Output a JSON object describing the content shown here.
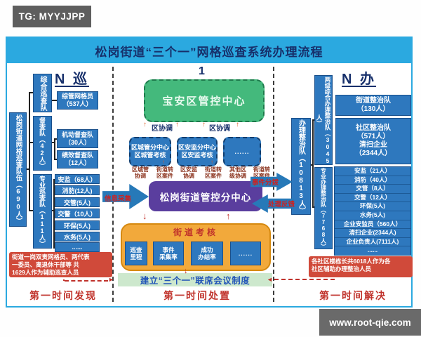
{
  "tg_badge": "TG: MYYJJPP",
  "site_badge": "www.root-qie.com",
  "title": "松岗街道“三个一”网格巡查系统办理流程",
  "icons": {
    "up": "↑",
    "down": "↓",
    "right": "►",
    "left": "◄"
  },
  "left": {
    "header": "N 巡",
    "team": "松岗街道网格巡查队伍（690人）",
    "group1": {
      "name": "综合巡查队",
      "item1": "综管网格员\n（537人）"
    },
    "group2": {
      "name": "督查队（42人）",
      "item1": "机动督查队\n（30人）",
      "item2": "绩效督查队\n（12人）"
    },
    "group3": {
      "name": "专业巡查队（111人）",
      "items": [
        "安监（68人）",
        "消防(12人)",
        "交管(5人)",
        "交警（10人）",
        "环保(5人)",
        "水务(5人)",
        "......"
      ]
    }
  },
  "center": {
    "header": "1",
    "district_center": "宝安区管控中心",
    "coord1": "区协调",
    "coord2": "区协调",
    "sub1": "区城管分中心\n区城管考核",
    "sub2": "区安监分中心\n区安监考核",
    "sub3": "......",
    "flow1a": "区城管\n协调",
    "flow1b": "街道转\n区案件",
    "flow2a": "区安监\n协调",
    "flow2b": "街道转\n区案件",
    "flow3a": "其他区\n级协调",
    "flow3b": "街道转\n区案件",
    "hub": "松岗街道管控分中心",
    "arrow_in": "信息采集",
    "arrow_out": "事件分拨",
    "arrow_back": "处理反馈",
    "assessment": {
      "title": "街道考核",
      "metrics": [
        "巡查\n里程",
        "事件\n采集率",
        "成功\n办结率",
        "......"
      ]
    },
    "meeting": "建立“三个一”联席会议制度",
    "phase1": "第一时间发现",
    "phase2": "第一时间处置",
    "phase3": "第一时间解决"
  },
  "right": {
    "header": "N 办",
    "bridge": "办理整治队（10813人）",
    "group1": {
      "name": "两级综合办理整治队（3045人）",
      "item1": "街道整治队\n（130人）",
      "item2": "社区整治队\n（571人）\n清扫企业\n（2344人）"
    },
    "group2": {
      "name": "专业办理整治队（7768人）",
      "items": [
        "安监（21人）",
        "消防（40人）",
        "交管（8人）",
        "交警（12人）",
        "环保(5人)",
        "水务(5人)",
        "企业安监员（560人）",
        "清扫企业(2344人)",
        "企业负责人(7111人)",
        "......"
      ]
    }
  },
  "notes": {
    "left": "街道一岗双责网格员、两代表\n一委员、离退休干部等 共\n1629人作为辅助巡查人员",
    "right": "各社区楼栋长共6018人作为各\n社区辅助办理整治人员"
  },
  "colors": {
    "title_bar": "#2BA9E0",
    "box_blue": "#2E78BE",
    "green": "#44B97C",
    "purple": "#5A3E9E",
    "orange": "#F2A93B",
    "red_box": "#D04A3A",
    "pale_green": "#CDE8CD",
    "red_text": "#C0322B",
    "navy_text": "#17306B"
  }
}
